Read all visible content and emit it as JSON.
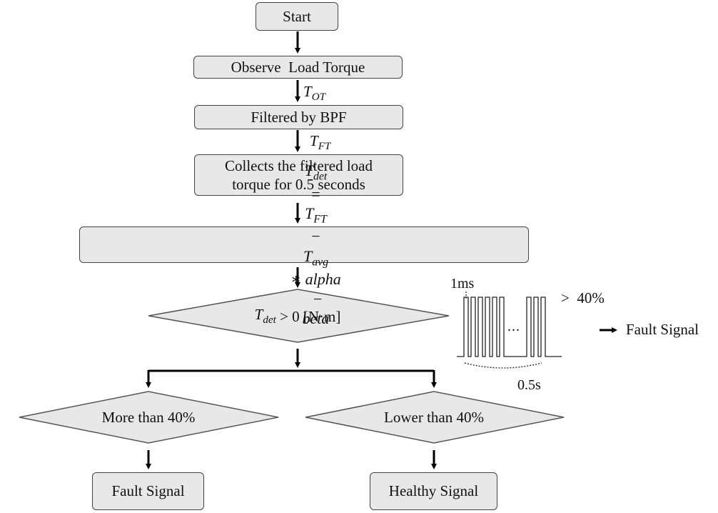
{
  "flow": {
    "start": "Start",
    "observe": "Observe  Load Torque",
    "t_ot_sym": "T",
    "t_ot_sub": "OT",
    "filter": "Filtered by BPF",
    "t_ft_sym": "T",
    "t_ft_sub": "FT",
    "collect_line1": "Collects the filtered load",
    "collect_line2": "torque for 0.5 seconds",
    "formula": {
      "lhs_sym": "T",
      "lhs_sub": "det",
      "eq": "=",
      "ft_sym": "T",
      "ft_sub": "FT",
      "minus": "−",
      "avg_sym": "T",
      "avg_sub": "avg",
      "mul": "∗ alpha",
      "minus2": "−",
      "beta": "beta"
    },
    "condition": {
      "sym": "T",
      "sub": "det",
      "rest": " > 0 [N·m]"
    },
    "left_decision": "More than 40%",
    "right_decision": "Lower than 40%",
    "left_result": "Fault Signal",
    "right_result": "Healthy Signal"
  },
  "inset": {
    "period_label": "1ms",
    "threshold_label": ">  40%",
    "dots": "...",
    "duration_label": "0.5s",
    "output_label": "Fault Signal"
  }
}
